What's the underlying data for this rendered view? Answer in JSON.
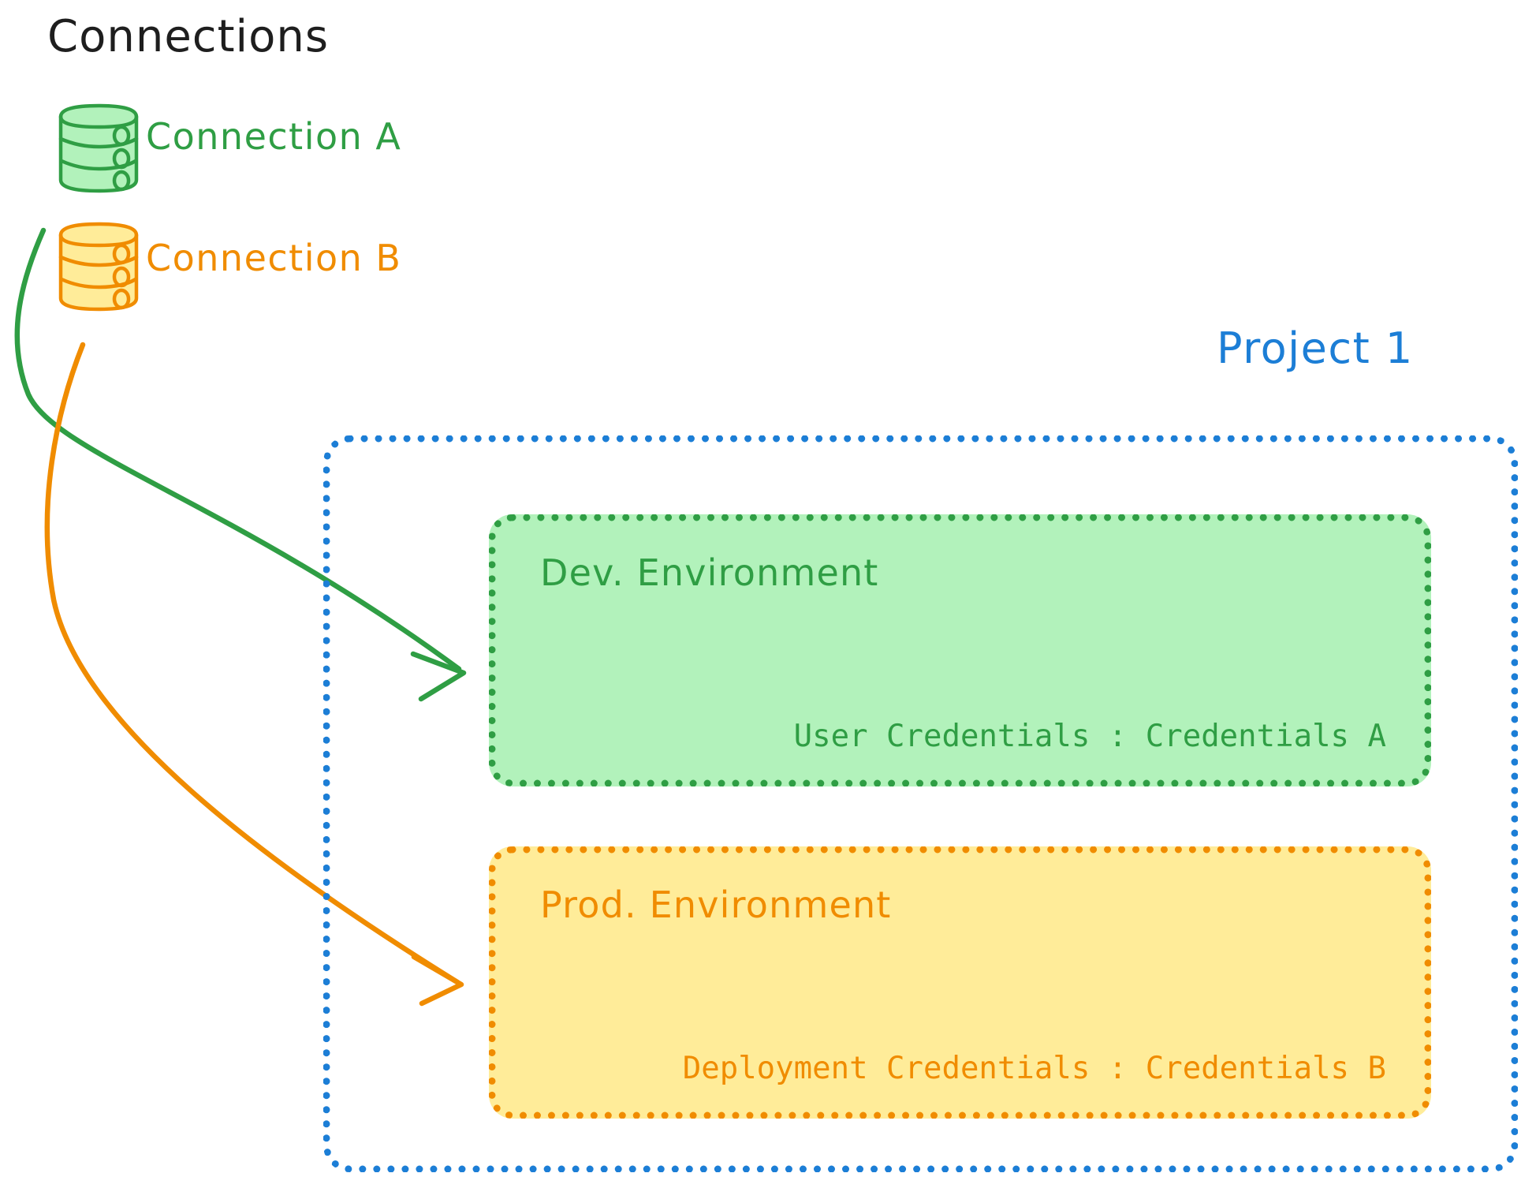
{
  "header": {
    "title": "Connections"
  },
  "connections": [
    {
      "id": "connection-a",
      "label": "Connection A",
      "color": "#2f9e44",
      "icon": "database-icon"
    },
    {
      "id": "connection-b",
      "label": "Connection B",
      "color": "#f08c00",
      "icon": "database-icon"
    }
  ],
  "project": {
    "label": "Project 1",
    "border_color": "#1c7ed6",
    "environments": [
      {
        "id": "dev-environment",
        "title": "Dev. Environment",
        "credential_label": "User Credentials",
        "credential_separator": ":",
        "credential_value": "Credentials A",
        "credential_line": "User Credentials : Credentials A",
        "fill_color": "#b2f2bb",
        "border_color": "#2f9e44"
      },
      {
        "id": "prod-environment",
        "title": "Prod. Environment",
        "credential_label": "Deployment Credentials",
        "credential_separator": ":",
        "credential_value": "Credentials B",
        "credential_line": "Deployment Credentials : Credentials B",
        "fill_color": "#ffec99",
        "border_color": "#f08c00"
      }
    ]
  },
  "arrows": [
    {
      "id": "arrow-connection-a-to-dev",
      "from": "connection-a",
      "to": "dev-environment",
      "color": "#2f9e44"
    },
    {
      "id": "arrow-connection-b-to-prod",
      "from": "connection-b",
      "to": "prod-environment",
      "color": "#f08c00"
    }
  ],
  "colors": {
    "title_text": "#1e1e1e",
    "green": "#2f9e44",
    "green_fill": "#b2f2bb",
    "orange": "#f08c00",
    "orange_fill": "#ffec99",
    "blue": "#1c7ed6",
    "background": "#ffffff"
  }
}
